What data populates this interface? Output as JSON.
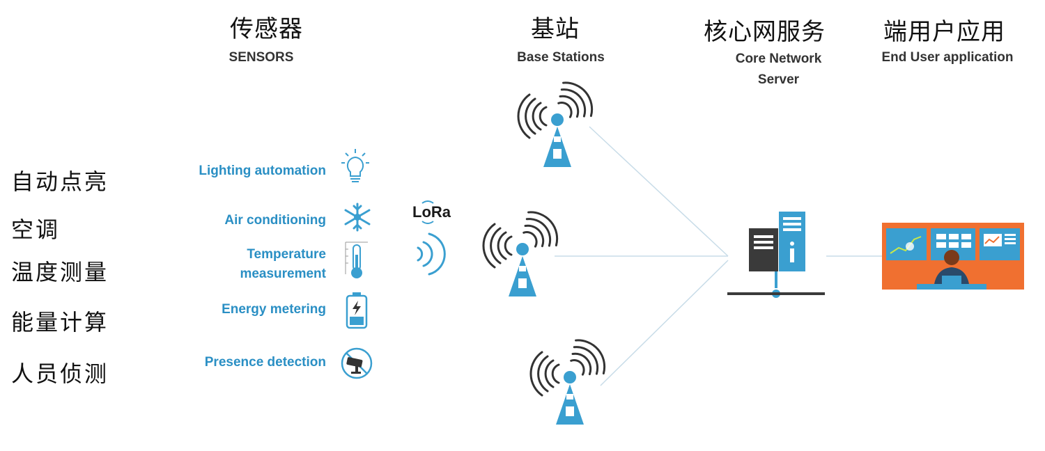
{
  "headers": [
    {
      "cn": "传感器",
      "en": "SENSORS"
    },
    {
      "cn": "基站",
      "en": "Base Stations"
    },
    {
      "cn": "核心网服务",
      "en": "Core Network Server"
    },
    {
      "cn": "端用户应用",
      "en": "End User application"
    }
  ],
  "left_labels": [
    "自动点亮",
    "空调",
    "温度测量",
    "能量计算",
    "人员侦测"
  ],
  "sensors": [
    {
      "label": "Lighting automation",
      "icon": "lightbulb-icon"
    },
    {
      "label": "Air conditioning",
      "icon": "snowflake-icon"
    },
    {
      "label": "Temperature measurement",
      "icon": "thermometer-icon"
    },
    {
      "label": "Energy metering",
      "icon": "battery-icon"
    },
    {
      "label": "Presence detection",
      "icon": "camera-icon"
    }
  ],
  "lora": "LoRa",
  "colors": {
    "accent": "#3a9fd0",
    "dark": "#333333",
    "panel": "#f07030",
    "line": "#c8dce8"
  }
}
